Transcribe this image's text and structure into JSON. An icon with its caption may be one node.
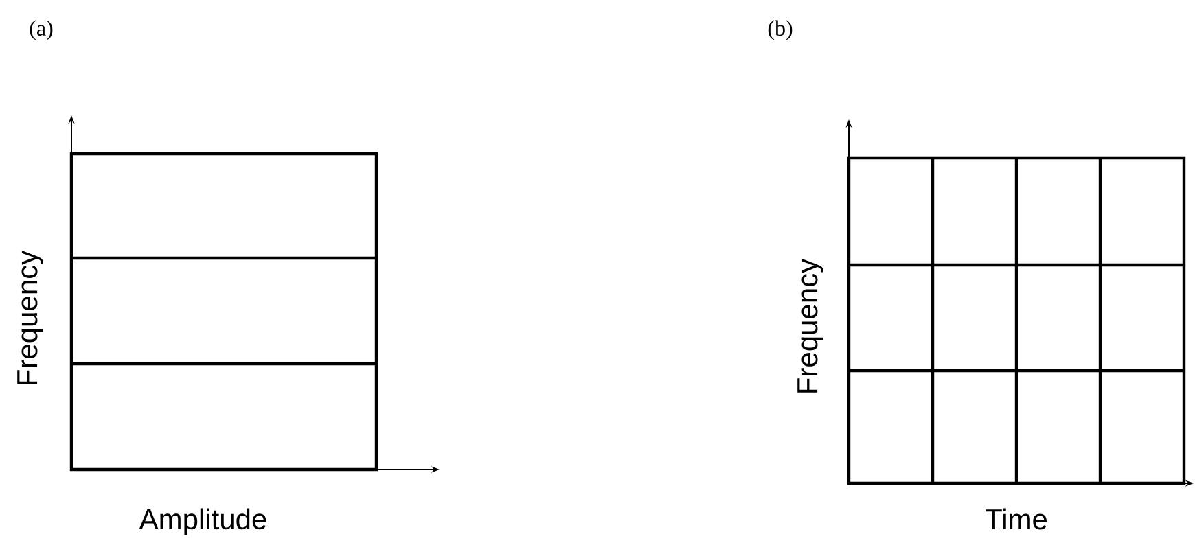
{
  "diagram": {
    "labels": [
      "(a)",
      "(b)",
      "Frequency",
      "Amplitude",
      "Frequency",
      "Time"
    ]
  }
}
